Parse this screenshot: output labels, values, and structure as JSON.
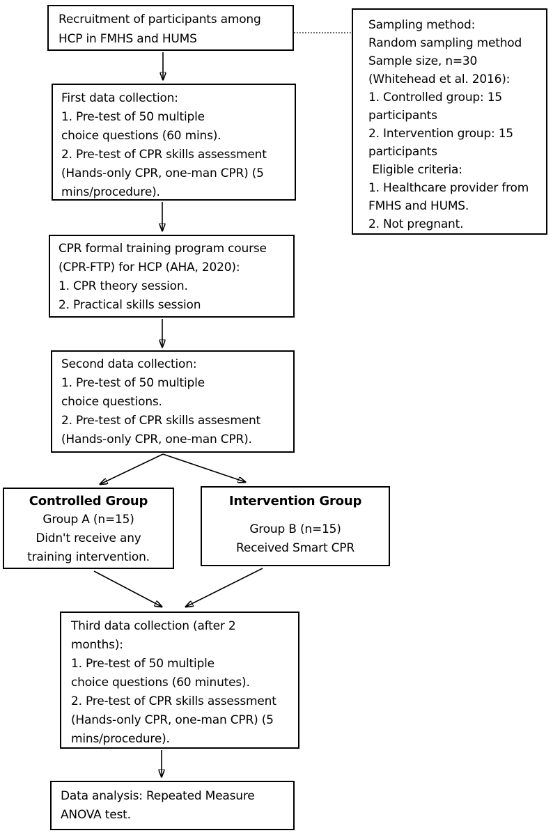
{
  "colors": {
    "line": "#000000",
    "text": "#000000",
    "background": "#ffffff"
  },
  "flowchart": {
    "recruitment": {
      "lines": [
        "Recruitment of participants among",
        "HCP in FMHS and HUMS"
      ]
    },
    "sampling_note": {
      "lines": [
        "Sampling method:",
        "Random sampling method",
        "Sample size, n=30",
        "(Whitehead et al. 2016):",
        "1. Controlled group: 15",
        "participants",
        "2. Intervention group: 15",
        "participants",
        " Eligible criteria:",
        "1. Healthcare provider from",
        "FMHS and HUMS.",
        "2. Not pregnant."
      ]
    },
    "first_data_collection": {
      "lines": [
        "First data collection:",
        "1. Pre-test of 50 multiple",
        "choice questions (60 mins).",
        "2. Pre-test of CPR skills assessment",
        "(Hands-only CPR, one-man CPR) (5",
        "mins/procedure)."
      ]
    },
    "cpr_training": {
      "lines": [
        "CPR formal training program course",
        "(CPR-FTP) for HCP (AHA, 2020):",
        "1. CPR theory session.",
        "2. Practical skills session"
      ]
    },
    "second_data_collection": {
      "lines": [
        "Second data collection:",
        "1. Pre-test of 50 multiple",
        "choice questions.",
        "2. Pre-test of CPR skills assesment",
        "(Hands-only CPR, one-man CPR)."
      ]
    },
    "controlled_group": {
      "title": "Controlled Group",
      "lines": [
        "Group A (n=15)",
        "Didn't receive any",
        "training intervention."
      ]
    },
    "intervention_group": {
      "title": "Intervention Group",
      "lines": [
        "Group B (n=15)",
        "Received Smart CPR"
      ]
    },
    "third_data_collection": {
      "lines": [
        "Third data collection (after 2",
        "months):",
        "1. Pre-test of 50 multiple",
        "choice questions (60 minutes).",
        "2. Pre-test of CPR skills assessment",
        "(Hands-only CPR, one-man CPR) (5",
        "mins/procedure)."
      ]
    },
    "data_analysis": {
      "lines": [
        "Data analysis: Repeated Measure",
        "ANOVA test."
      ]
    }
  }
}
